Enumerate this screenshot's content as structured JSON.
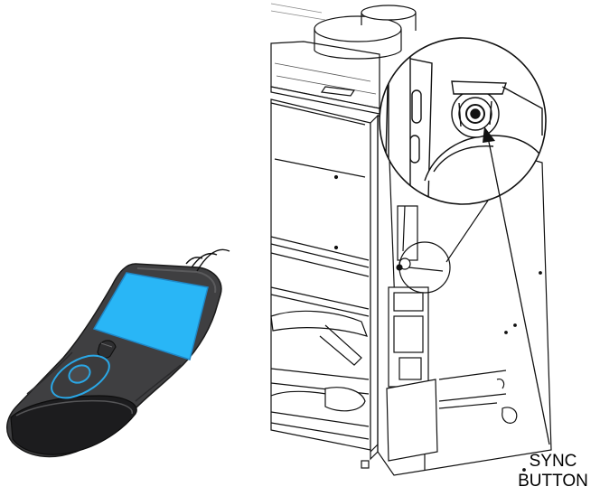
{
  "callout": {
    "line1": "SYNC",
    "line2": "BUTTON"
  },
  "colors": {
    "remote_body": "#3f3f41",
    "remote_body_dark": "#2a2a2c",
    "screen": "#29b6f6",
    "screen_border": "#1e88c8",
    "button_accent": "#2aa7e6",
    "line": "#111111"
  },
  "icons": {
    "remote": "remote-control-icon",
    "signal": "wireless-signal-icon",
    "fireplace": "fireplace-insert-drawing"
  }
}
